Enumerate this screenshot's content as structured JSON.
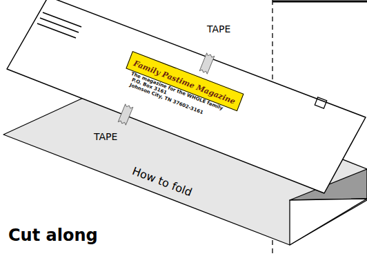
{
  "diagram": {
    "nodes": [
      {
        "text": [
          "Family Pastime Magazine"
        ]
      }
    ],
    "labels": [
      "The magazine for the WHOLE family",
      "P.O. Box 3161",
      "Johnson City, TN 37602-3161",
      "TAPE",
      "TAPE",
      "How to fold",
      "Cut along"
    ]
  }
}
